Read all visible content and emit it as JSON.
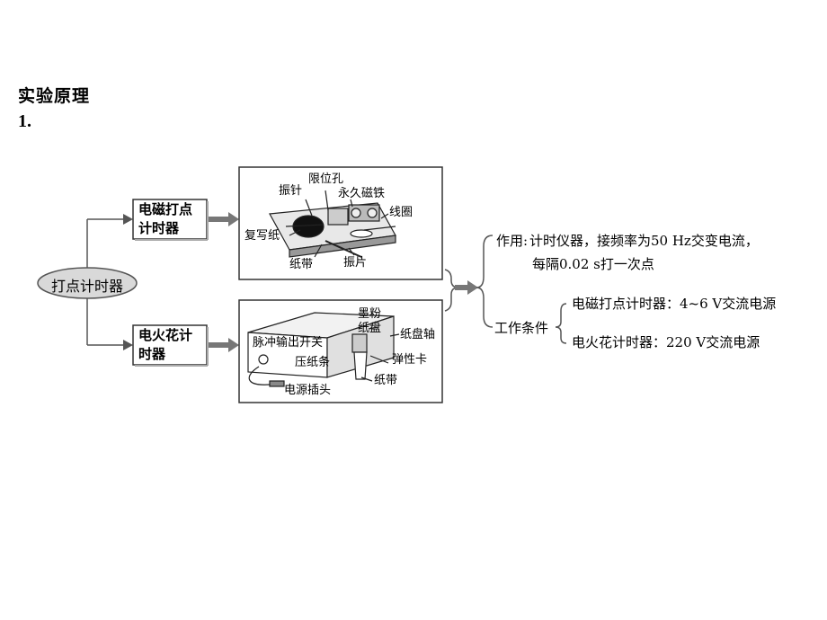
{
  "heading": "实验原理",
  "item_number": "1.",
  "root": {
    "label": "打点计时器"
  },
  "branches": [
    {
      "label_line1": "电磁打点",
      "label_line2": "计时器"
    },
    {
      "label_line1": "电火花计",
      "label_line2": "时器"
    }
  ],
  "em_timer_parts": {
    "needle": "振针",
    "limit_hole": "限位孔",
    "magnet": "永久磁铁",
    "coil": "线圈",
    "carbon_paper": "复写纸",
    "tape": "纸带",
    "vibrating_plate": "振片"
  },
  "spark_timer_parts": {
    "ink_disc_line1": "墨粉",
    "ink_disc_line2": "纸盘",
    "pulse_switch": "脉冲输出开关",
    "disc_axis": "纸盘轴",
    "press_strip": "压纸条",
    "spring_card": "弹性卡",
    "tape": "纸带",
    "power_plug": "电源插头"
  },
  "summary": {
    "function_label": "作用:",
    "function_line1": "计时仪器，接频率为50 Hz交变电流，",
    "function_line2": "每隔0.02 s打一次点",
    "condition_label": "工作条件",
    "condition_em": "电磁打点计时器：4~6 V交流电源",
    "condition_spark": "电火花计时器：220 V交流电源"
  }
}
